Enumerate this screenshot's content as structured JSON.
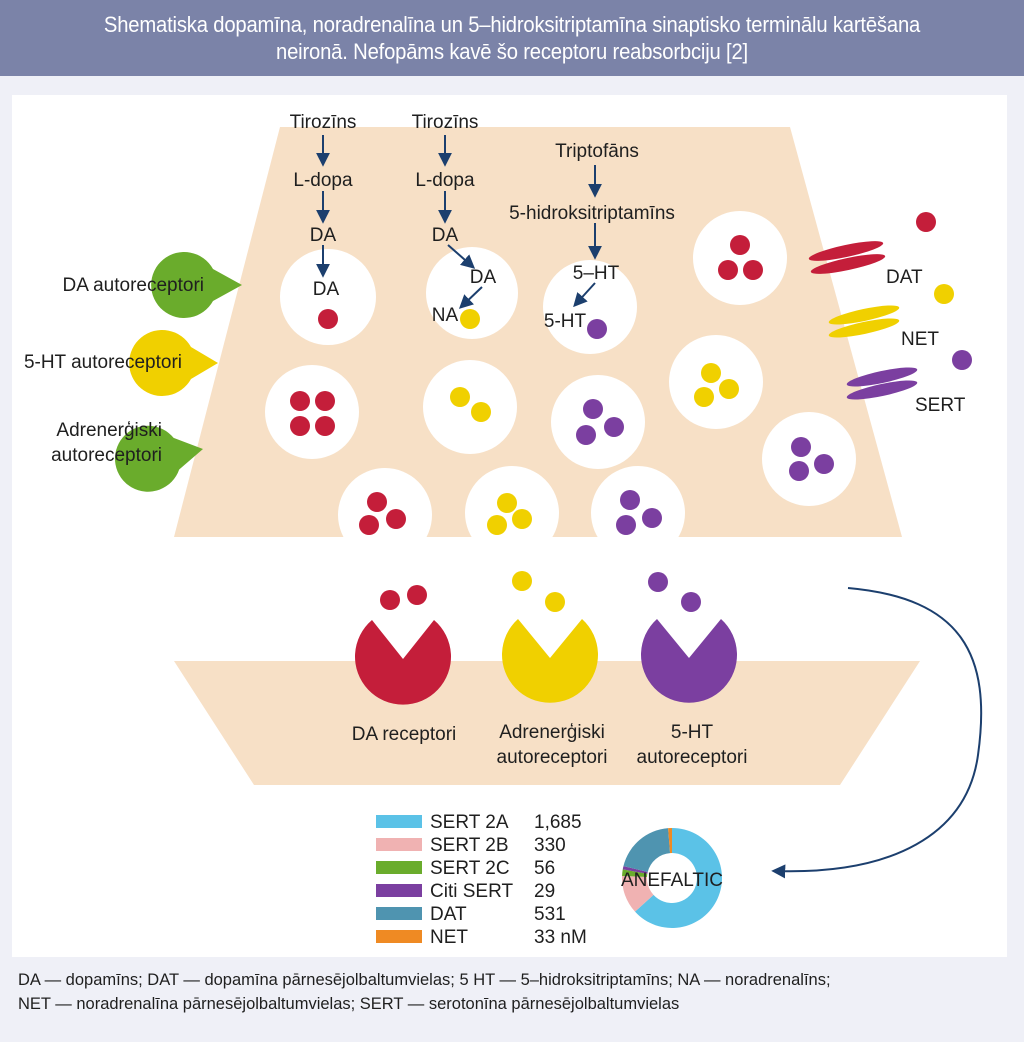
{
  "header": {
    "title": "Shematiska dopamīna, noradrenalīna un 5–hidroksitriptamīna sinaptisko terminālu kartēšana neironā. Nefopāms kavē šo receptoru reabsorbciju [2]"
  },
  "colors": {
    "header_bg": "#7b83a8",
    "page_bg": "#eff0f7",
    "terminal_fill": "#f7e0c6",
    "dopamine_red": "#c41e3a",
    "adrenergic_yellow": "#f0d000",
    "serotonin_purple": "#7b3fa0",
    "autoreceptor_green": "#6aac2c",
    "arrow_navy": "#1c3f6e"
  },
  "pathways": {
    "col1": {
      "step1": "Tirozīns",
      "step2": "L-dopa",
      "step3": "DA",
      "step4": "DA"
    },
    "col2": {
      "step1": "Tirozīns",
      "step2": "L-dopa",
      "step3": "DA",
      "step4": "DA",
      "step5": "NA"
    },
    "col3": {
      "step1": "Triptofāns",
      "step2": "5-hidroksitriptamīns",
      "step3": "5–HT",
      "step4": "5-HT"
    }
  },
  "autoreceptors": {
    "da": "DA autoreceptori",
    "ht": "5-HT autoreceptori",
    "adr_line1": "Adrenerģiski",
    "adr_line2": "autoreceptori"
  },
  "transporters": {
    "dat": "DAT",
    "net": "NET",
    "sert": "SERT"
  },
  "postsynaptic": {
    "da_receptor": "DA receptori",
    "adr_line1": "Adrenerģiski",
    "adr_line2": "autoreceptori",
    "ht_line1": "5-HT",
    "ht_line2": "autoreceptori"
  },
  "legend": {
    "items": [
      {
        "label": "SERT 2A",
        "value": "1,685",
        "color": "#5bc2e7"
      },
      {
        "label": "SERT 2B",
        "value": "330",
        "color": "#f0b2b2"
      },
      {
        "label": "SERT 2C",
        "value": "56",
        "color": "#6aac2c"
      },
      {
        "label": "Citi SERT",
        "value": "29",
        "color": "#7b3fa0"
      },
      {
        "label": "DAT",
        "value": "531",
        "color": "#4f94b0"
      },
      {
        "label": "NET",
        "value": "33 nM",
        "color": "#ef8a23"
      }
    ]
  },
  "donut": {
    "label": "ANEFALTIC",
    "values": [
      1685,
      330,
      56,
      29,
      531,
      33
    ]
  },
  "footer": {
    "line1": "DA — dopamīns; DAT — dopamīna pārnesējolbaltumvielas; 5 HT — 5–hidroksitriptamīns; NA — noradrenalīns;",
    "line2": "NET — noradrenalīna pārnesējolbaltumvielas; SERT — serotonīna pārnesējolbaltumvielas"
  }
}
